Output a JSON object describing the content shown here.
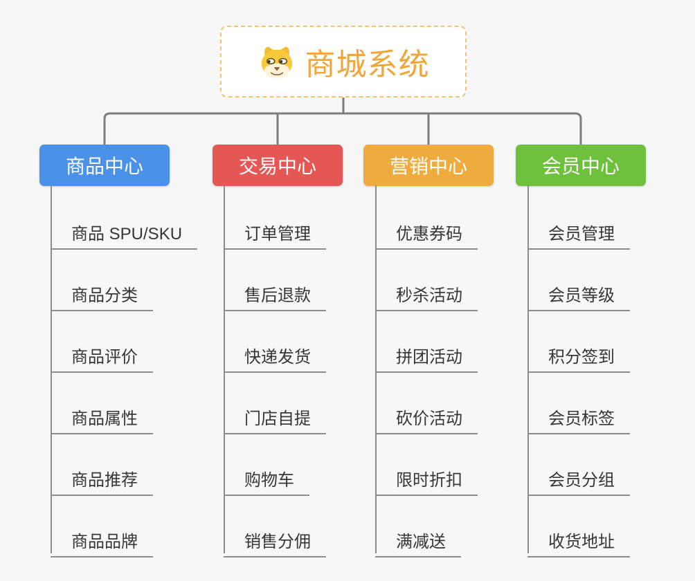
{
  "canvas": {
    "background": "#f7f7f7",
    "connector_color": "#7d7d7d",
    "item_line_color": "#8c8c8c",
    "item_text_color": "#363636"
  },
  "root": {
    "title": "商城系统",
    "icon": "dog-face-icon",
    "text_color": "#f0a63a",
    "border_color": "#f2c377"
  },
  "branches": [
    {
      "label": "商品中心",
      "color": "#4b91e8",
      "items": [
        "商品 SPU/SKU",
        "商品分类",
        "商品评价",
        "商品属性",
        "商品推荐",
        "商品品牌"
      ]
    },
    {
      "label": "交易中心",
      "color": "#e55755",
      "items": [
        "订单管理",
        "售后退款",
        "快递发货",
        "门店自提",
        "购物车",
        "销售分佣"
      ]
    },
    {
      "label": "营销中心",
      "color": "#efac3e",
      "items": [
        "优惠券码",
        "秒杀活动",
        "拼团活动",
        "砍价活动",
        "限时折扣",
        "满减送"
      ]
    },
    {
      "label": "会员中心",
      "color": "#6dc13c",
      "items": [
        "会员管理",
        "会员等级",
        "积分签到",
        "会员标签",
        "会员分组",
        "收货地址"
      ]
    }
  ]
}
